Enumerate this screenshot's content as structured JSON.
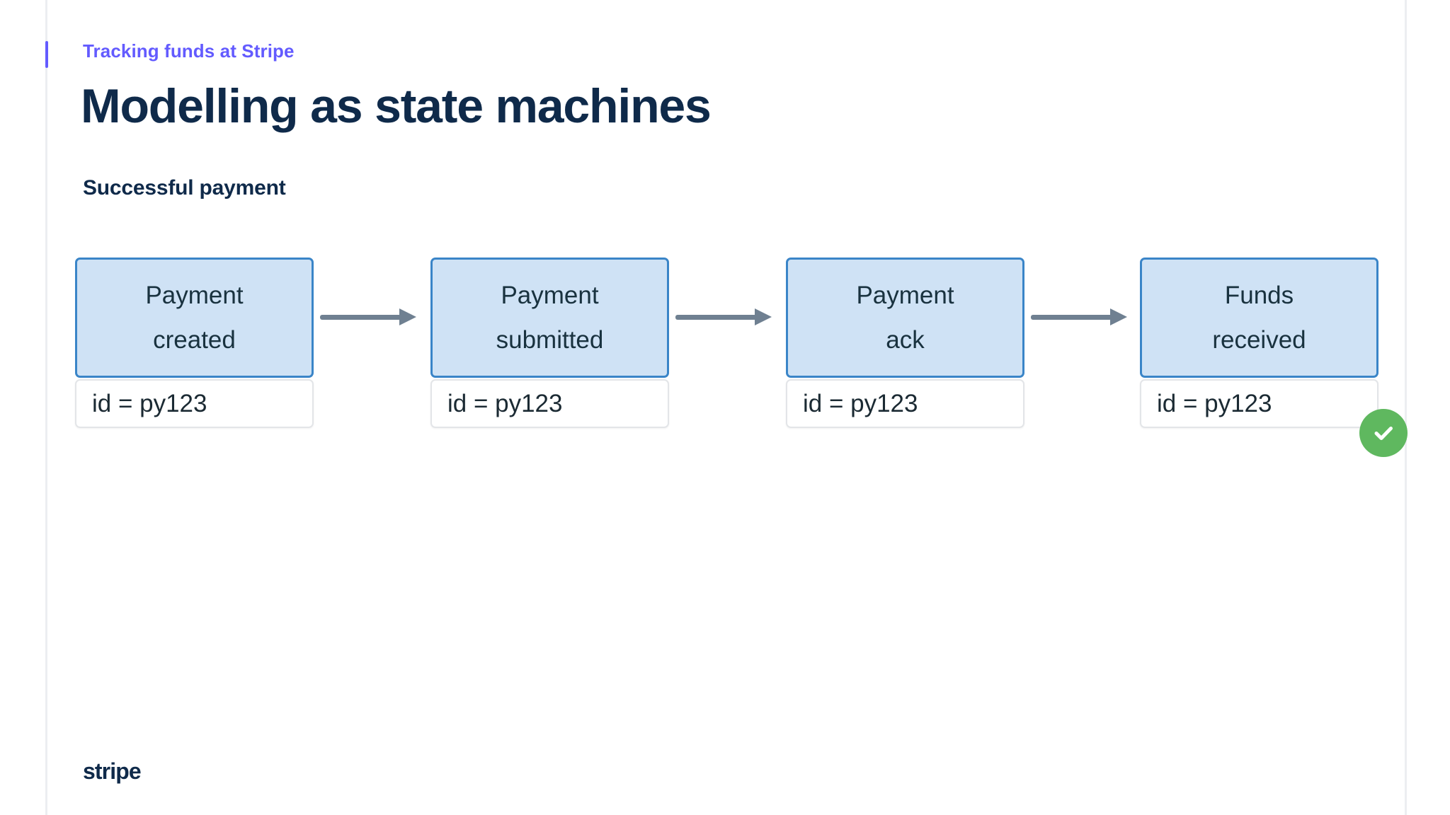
{
  "slide": {
    "eyebrow": "Tracking funds at Stripe",
    "title": "Modelling as state machines",
    "section_title": "Successful payment",
    "brand": "stripe"
  },
  "colors": {
    "accent_purple": "#635bff",
    "title_navy": "#0f2a4a",
    "node_fill": "#cfe2f5",
    "node_border": "#3a85c8",
    "arrow_gray": "#6f8091",
    "success_green": "#5fb85f",
    "rail_gray": "#eceef1",
    "card_border": "#e3e5e8",
    "background": "#ffffff"
  },
  "diagram": {
    "type": "state-machine-flow",
    "direction": "left-to-right",
    "nodes": [
      {
        "label_line1": "Payment",
        "label_line2": "created",
        "id_label": "id = py123"
      },
      {
        "label_line1": "Payment",
        "label_line2": "submitted",
        "id_label": "id = py123"
      },
      {
        "label_line1": "Payment",
        "label_line2": "ack",
        "id_label": "id = py123"
      },
      {
        "label_line1": "Funds",
        "label_line2": "received",
        "id_label": "id = py123"
      }
    ],
    "transitions": [
      {
        "from": "Payment created",
        "to": "Payment submitted"
      },
      {
        "from": "Payment submitted",
        "to": "Payment ack"
      },
      {
        "from": "Payment ack",
        "to": "Funds received"
      }
    ],
    "status_badge": {
      "icon": "check-icon",
      "state": "success"
    }
  }
}
